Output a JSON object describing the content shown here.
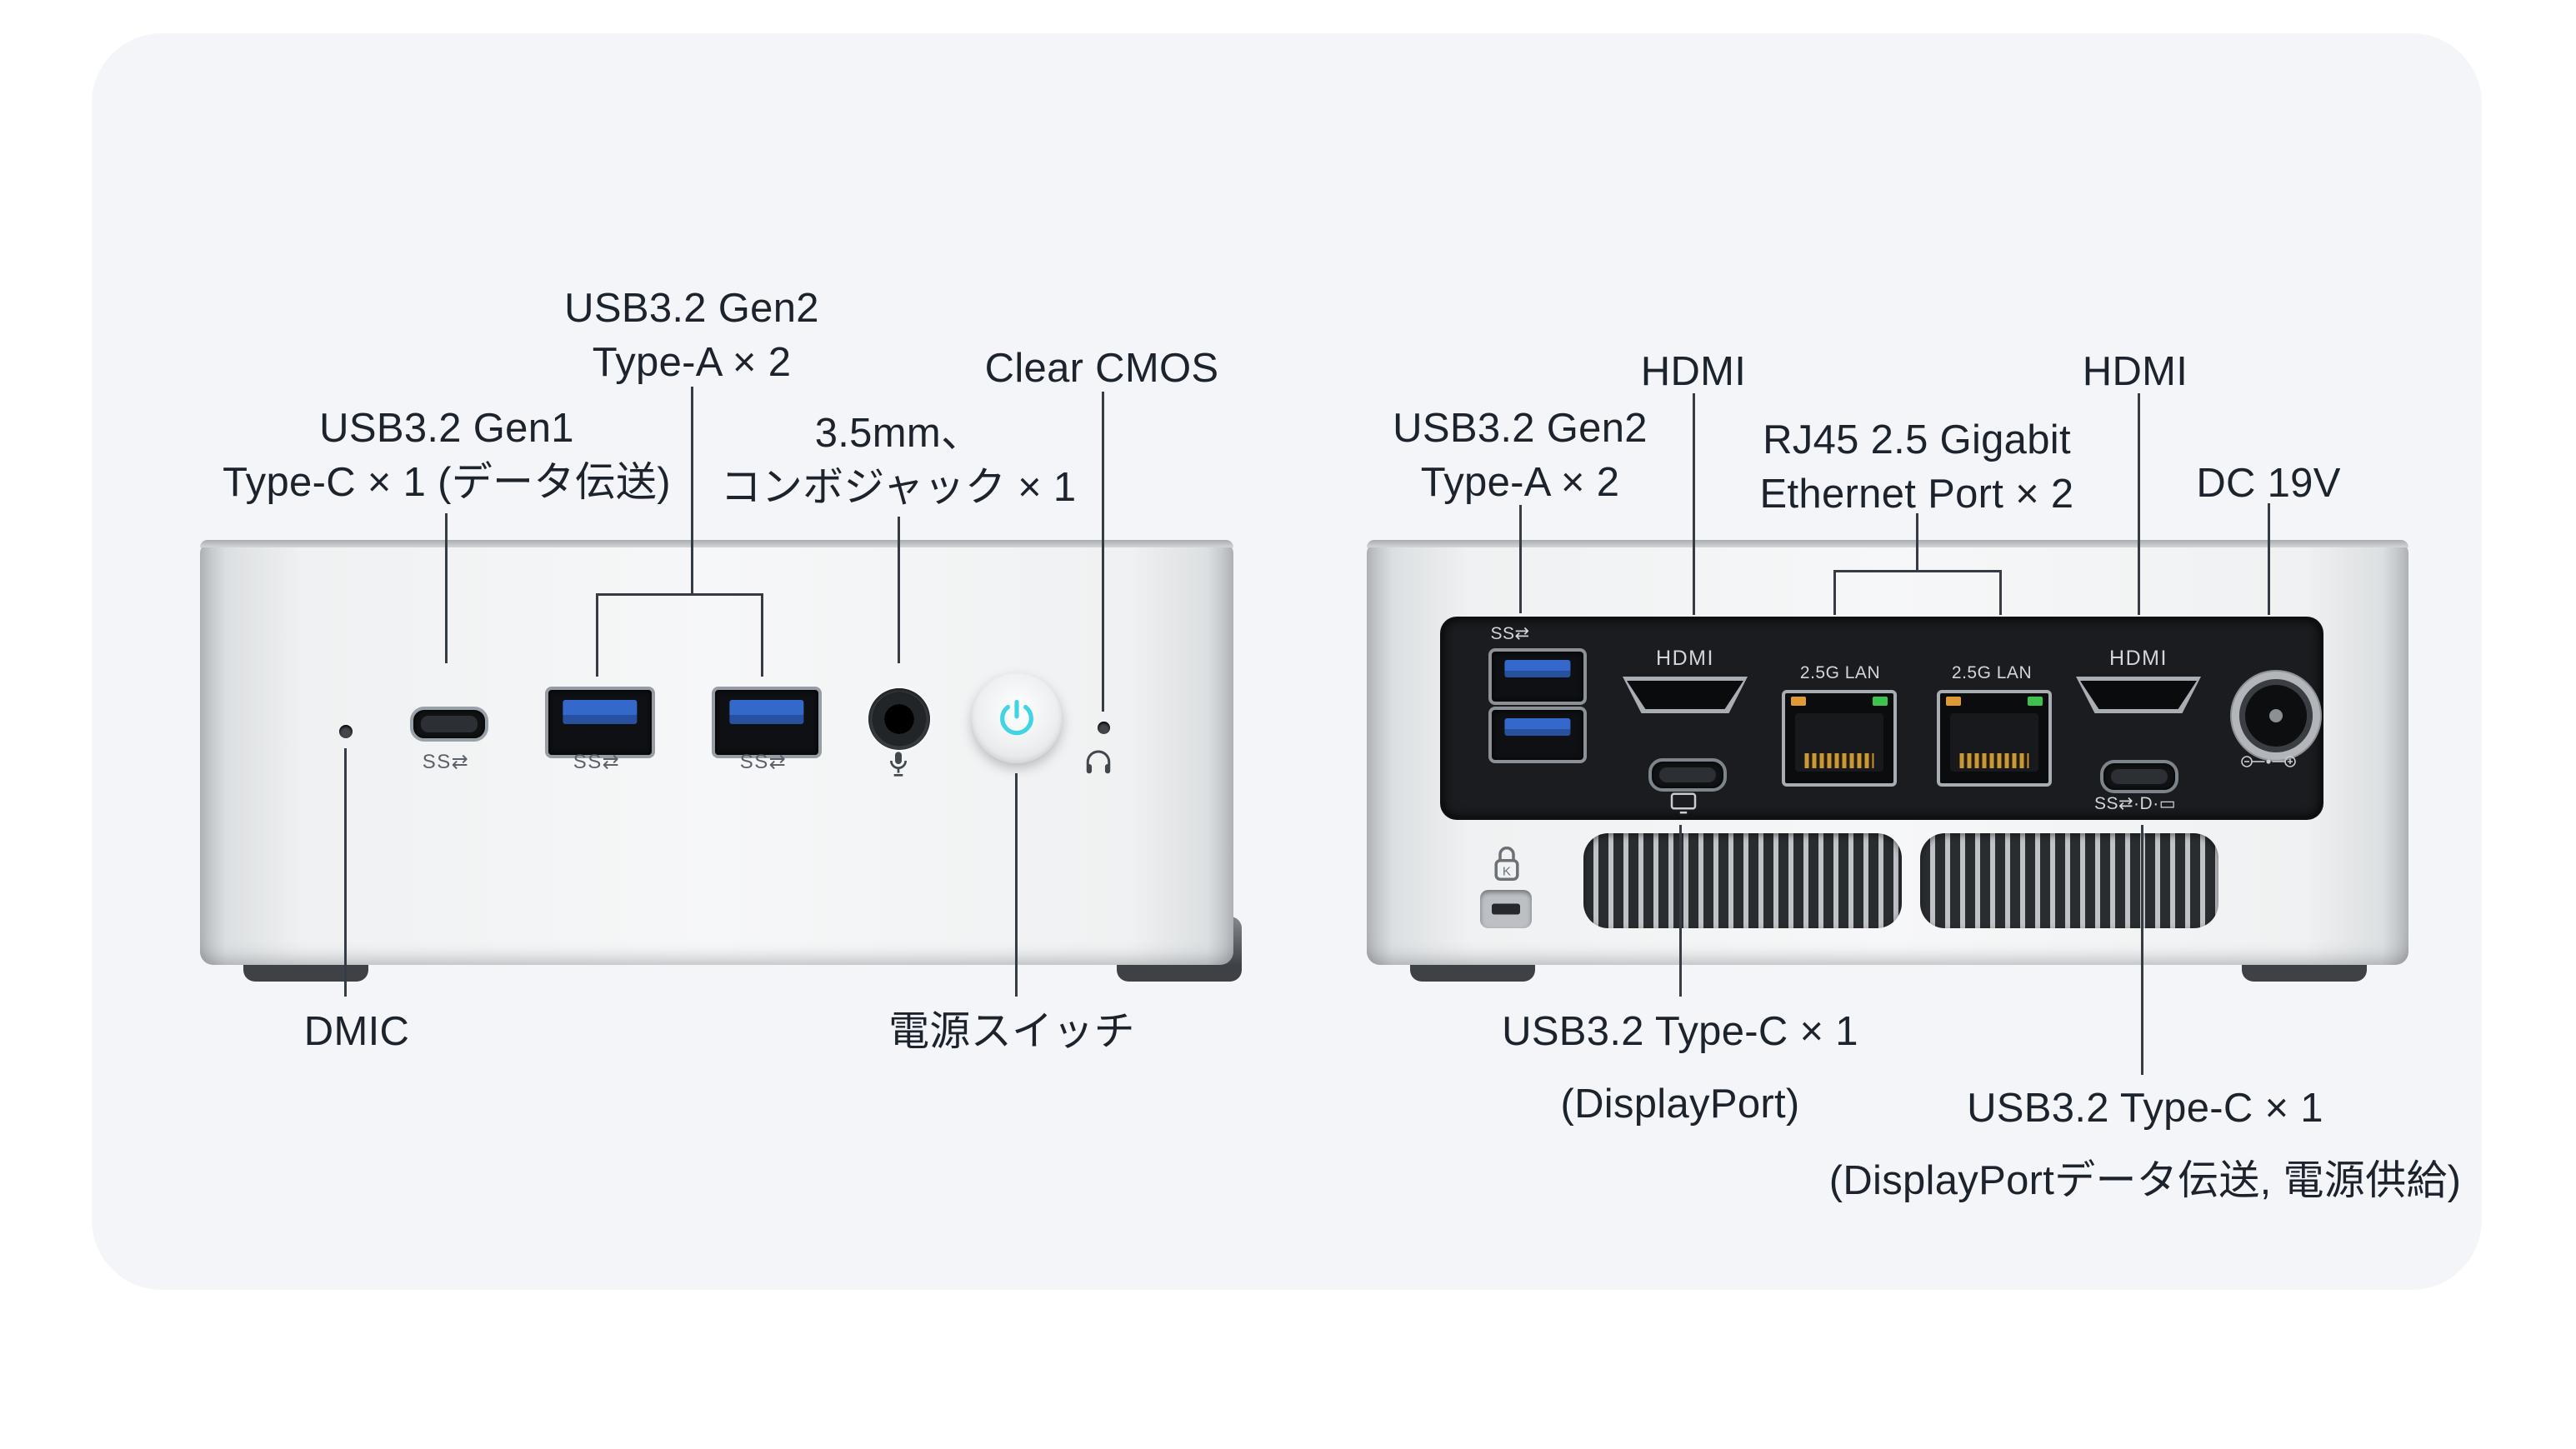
{
  "colors": {
    "accent_power": "#3fd4e6",
    "usb_blue": "#2f63c4",
    "stage_bg": "#f3f5f8",
    "ink": "#1d232c"
  },
  "front": {
    "labels": {
      "usb_a": [
        "USB3.2 Gen2",
        "Type-A × 2"
      ],
      "clear_cmos": "Clear CMOS",
      "usb_c": [
        "USB3.2 Gen1",
        "Type-C × 1 (データ伝送)"
      ],
      "combo_jack": [
        "3.5mm、",
        "コンボジャック × 1"
      ],
      "dmic": "DMIC",
      "power_switch": "電源スイッチ"
    },
    "markings": {
      "usb_c": "SS⇄",
      "usb_a1": "SS⇄",
      "usb_a2": "SS⇄"
    }
  },
  "rear": {
    "labels": {
      "hdmi_left": "HDMI",
      "hdmi_right": "HDMI",
      "usb_a": [
        "USB3.2 Gen2",
        "Type-A × 2"
      ],
      "rj45": [
        "RJ45 2.5 Gigabit",
        "Ethernet Port × 2"
      ],
      "dc": "DC 19V",
      "usb_c1": [
        "USB3.2 Type-C × 1",
        "(DisplayPort)"
      ],
      "usb_c2": [
        "USB3.2 Type-C × 1",
        "(DisplayPortデータ伝送, 電源供給)"
      ]
    },
    "markings": {
      "usb_a": "SS⇄",
      "hdmi_1": "HDMI",
      "hdmi_2": "HDMI",
      "lan_1": "2.5G LAN",
      "lan_2": "2.5G LAN",
      "usb_c2": "SS⇄·D·▭",
      "lock": "K"
    }
  }
}
